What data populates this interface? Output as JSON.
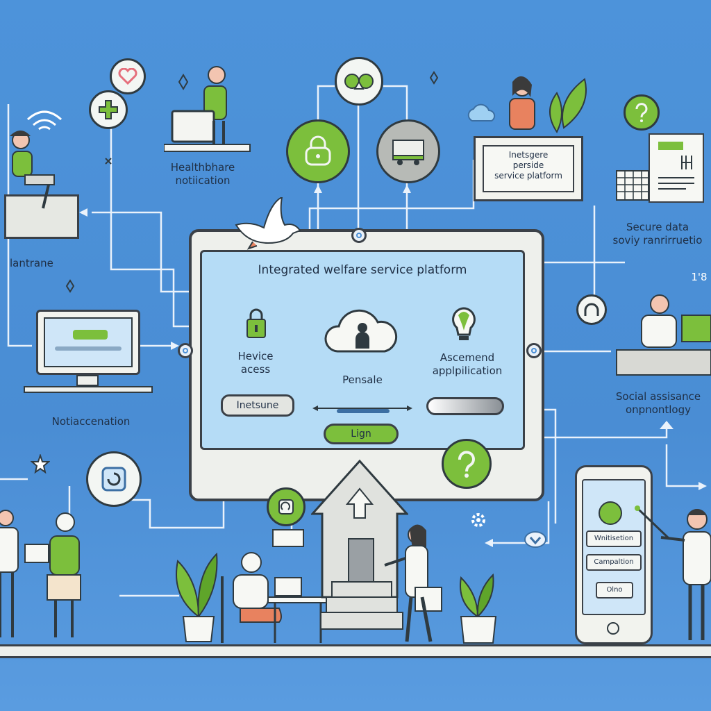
{
  "platform": {
    "title": "Integrated welfare service platform",
    "device_access": "Hevice\nacess",
    "personal": "Pensale",
    "recommend": "Ascemend\napplpilication",
    "insurance_button": "Inetsune",
    "login_button": "Lign"
  },
  "labels": {
    "healthcare": "Healthbhare\nnotiication",
    "language": "lantrane",
    "notification": "Notiaccenation",
    "service_card": "Inetsgere\nperside\nservice platform",
    "secure_data": "Secure data\nsoviy ranrirruetio",
    "social": "Social assisance\nonpnontlogy",
    "corner_num": "1'8"
  },
  "phone": {
    "rows": [
      "Wnitisetion",
      "Campaltion",
      "Olno"
    ]
  },
  "colors": {
    "background": "#4a8fd6",
    "accent_green": "#7cbf3c",
    "screen": "#b5dcf6",
    "outline": "#3b4148"
  },
  "icons": [
    "heart-icon",
    "plus-icon",
    "lock-icon",
    "shopping-cart-icon",
    "people-icon",
    "question-icon",
    "cloud-user-icon",
    "lightbulb-icon",
    "wifi-icon",
    "star-icon",
    "headphone-icon",
    "house-icon",
    "bird-icon"
  ]
}
